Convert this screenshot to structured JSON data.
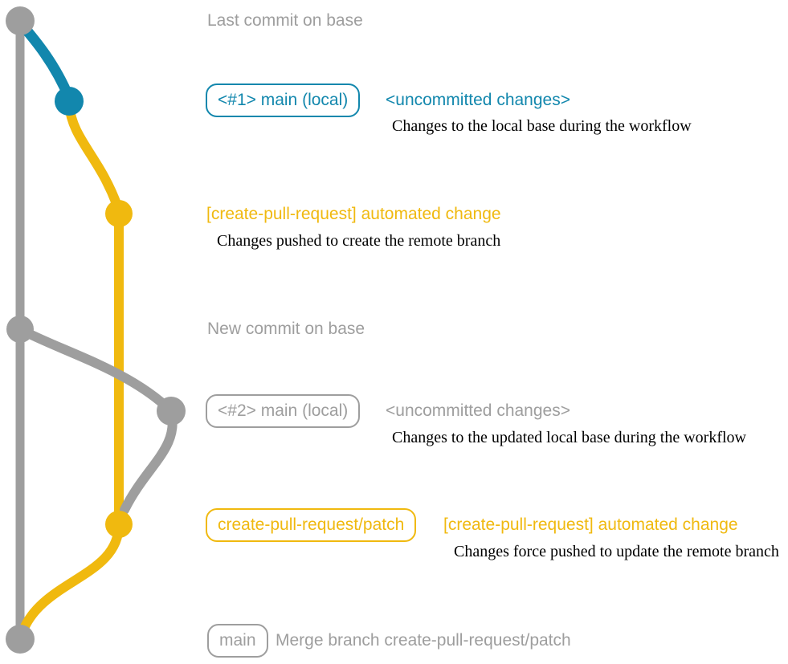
{
  "colors": {
    "base_branch_gray": "#9e9e9e",
    "main_local_blue": "#1287ad",
    "patch_branch_yellow": "#f0b90f",
    "note_text_black": "#000000",
    "background": "#ffffff"
  },
  "graph": {
    "type": "git-branch-diagram",
    "branches": [
      {
        "name": "base",
        "color": "#9e9e9e"
      },
      {
        "name": "main (local)",
        "color": "#1287ad"
      },
      {
        "name": "create-pull-request/patch",
        "color": "#f0b90f"
      }
    ],
    "commits": [
      {
        "id": "last-commit-on-base",
        "branch": "base"
      },
      {
        "id": "uncommitted-changes-1",
        "branch": "main (local)"
      },
      {
        "id": "automated-change-1",
        "branch": "create-pull-request/patch"
      },
      {
        "id": "new-commit-on-base",
        "branch": "base"
      },
      {
        "id": "uncommitted-changes-2",
        "branch": "main (local)"
      },
      {
        "id": "automated-change-2",
        "branch": "create-pull-request/patch"
      },
      {
        "id": "merge-commit",
        "branch": "base"
      }
    ]
  },
  "labels": {
    "last_commit": "Last commit on base",
    "new_commit": "New commit on base",
    "row1": {
      "tag": "<#1> main (local)",
      "status": "<uncommitted changes>",
      "note": "Changes to the local base during the workflow"
    },
    "row2": {
      "message": "[create-pull-request] automated change",
      "note": "Changes pushed to create the remote branch"
    },
    "row3": {
      "tag": "<#2> main (local)",
      "status": "<uncommitted changes>",
      "note": "Changes to the updated local base during the workflow"
    },
    "row4": {
      "tag": "create-pull-request/patch",
      "message": "[create-pull-request] automated change",
      "note": "Changes force pushed to update the remote branch"
    },
    "row5": {
      "tag": "main",
      "message": "Merge branch create-pull-request/patch"
    }
  }
}
